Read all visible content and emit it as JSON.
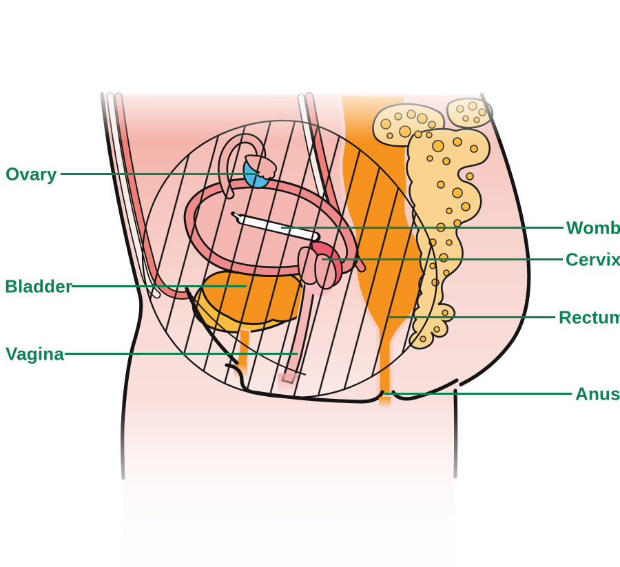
{
  "figure": {
    "description": "Side-view anatomical diagram of the female pelvis with labelled organs",
    "label_color": "#0E8152"
  },
  "labels": {
    "ovary": "Ovary",
    "bladder": "Bladder",
    "vagina": "Vagina",
    "womb": "Womb",
    "cervix": "Cervix",
    "rectum": "Rectum",
    "anus": "Anus"
  },
  "colors": {
    "label_green": "#0E8152",
    "outline_black": "#141414",
    "skin_pink": "#F8D6D1",
    "abdomen_pink": "#F2ABA3",
    "muscle_salmon": "#EF8079",
    "uterus_band": "#EF8A8B",
    "uterus_fill": "#F4B7B1",
    "cervix_red": "#EE5A6E",
    "vagina_pink": "#F3B7B5",
    "bladder_yellow": "#FBBC3F",
    "organ_orange": "#F6921E",
    "ovary_blue": "#4FB9E3",
    "bone_tan": "#FAD48E",
    "bone_spot": "#FBBA38"
  }
}
